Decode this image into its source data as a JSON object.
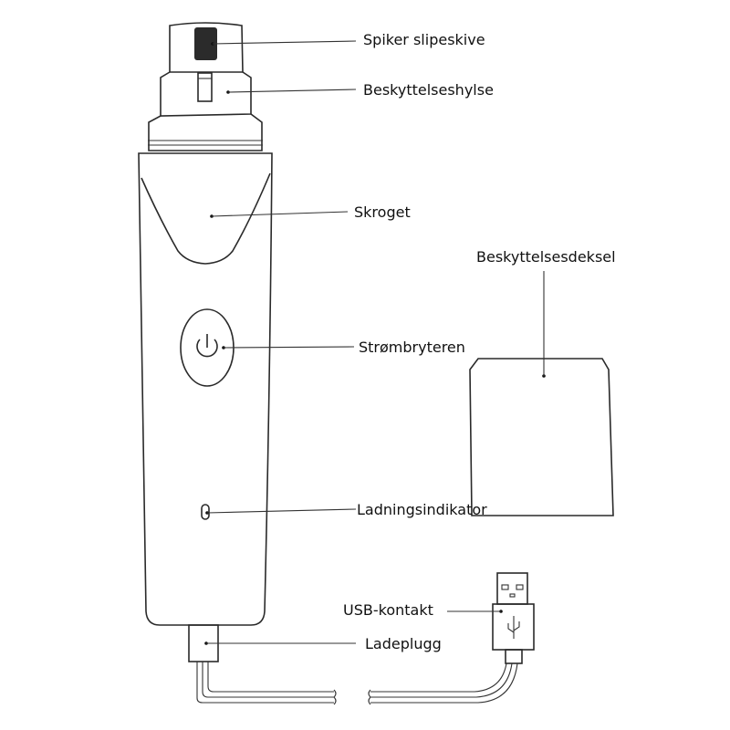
{
  "labels": {
    "grinding_disc": "Spiker slipeskive",
    "protective_sleeve": "Beskyttelseshylse",
    "body": "Skroget",
    "protective_cover": "Beskyttelsesdeksel",
    "power_button": "Strømbryteren",
    "charge_indicator": "Ladningsindikator",
    "usb_connector": "USB-kontakt",
    "charge_plug": "Ladeplugg"
  },
  "icons": [
    "power-icon",
    "usb-icon"
  ]
}
